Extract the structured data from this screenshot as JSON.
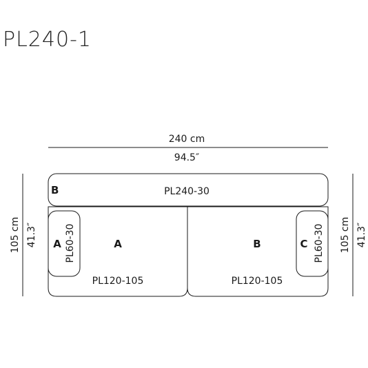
{
  "title": "PL240-1",
  "dimensions": {
    "width_cm": "240 cm",
    "width_in": "94.5″",
    "depth_cm_left": "105 cm",
    "depth_in_left": "41.3″",
    "depth_cm_right": "105 cm",
    "depth_in_right": "41.3″"
  },
  "modules": {
    "back": {
      "code": "PL240-30",
      "tag": "B"
    },
    "seat_left": {
      "code": "PL120-105",
      "tag": "A"
    },
    "seat_right": {
      "code": "PL120-105",
      "tag": "B"
    },
    "arm_left": {
      "code": "PL60-30",
      "tag": "A"
    },
    "arm_right": {
      "code": "PL60-30",
      "tag": "C"
    }
  }
}
